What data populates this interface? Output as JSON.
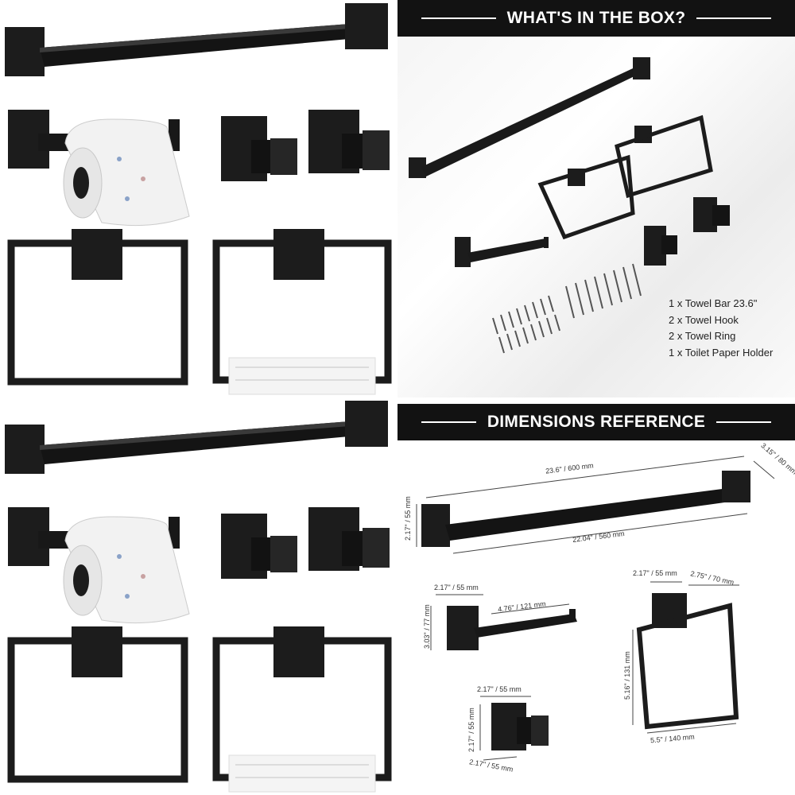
{
  "banners": {
    "box": "WHAT'S IN THE BOX?",
    "dimensions": "DIMENSIONS REFERENCE"
  },
  "box_contents": [
    "1 x Towel Bar 23.6\"",
    "2 x Towel Hook",
    "2 x Towel Ring",
    "1 x Toilet Paper Holder"
  ],
  "dimensions": {
    "towel_bar": {
      "length": "23.6\" / 600 mm",
      "inner": "22.04\" / 560 mm",
      "height": "2.17\" / 55 mm",
      "depth": "3.15\" / 80 mm"
    },
    "paper_holder": {
      "width": "2.17\" / 55 mm",
      "height": "3.03\" / 77 mm",
      "arm": "4.76\" / 121 mm"
    },
    "ring": {
      "base": "2.17\" / 55 mm",
      "depth": "2.75\" / 70 mm",
      "height": "5.16\" / 131 mm",
      "width": "5.5\" / 140 mm"
    },
    "hook": {
      "width": "2.17\" / 55 mm",
      "height": "2.17\" / 55 mm",
      "depth": "2.17\" / 55 mm"
    }
  },
  "colors": {
    "hardware": "#1c1c1c",
    "banner": "#121212"
  }
}
